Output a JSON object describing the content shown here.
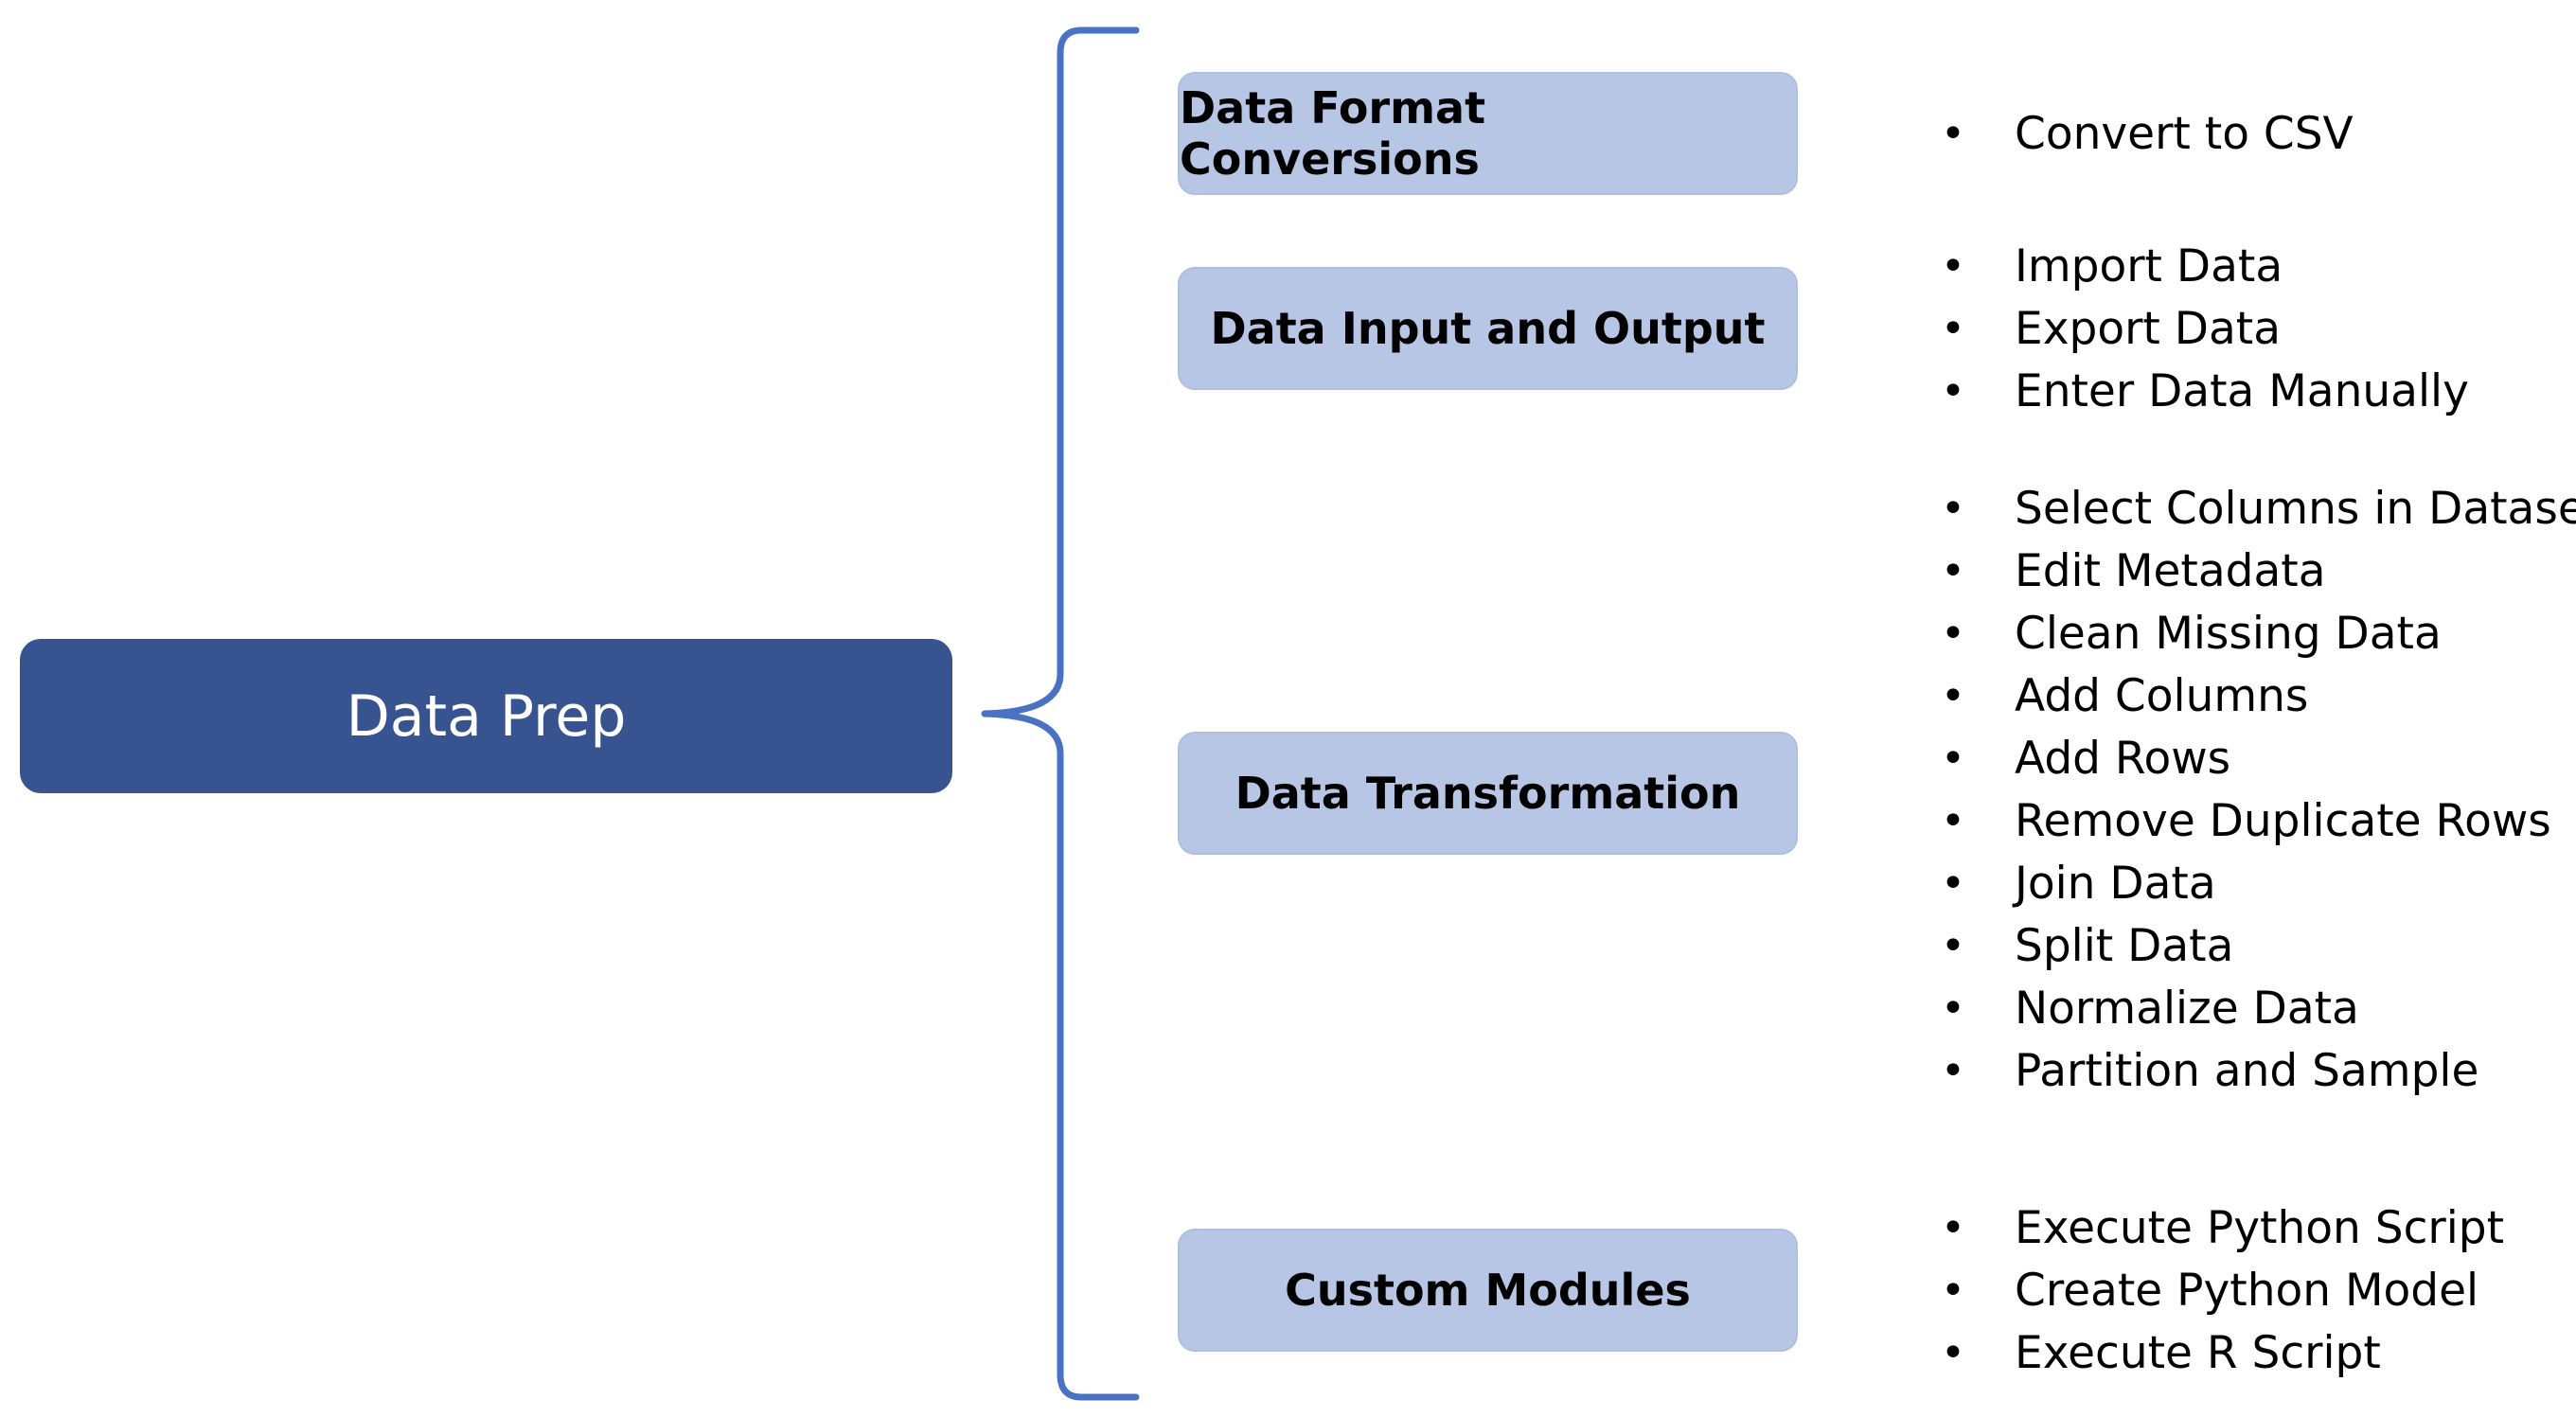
{
  "root": {
    "label": "Data Prep"
  },
  "colors": {
    "root_fill": "#375491",
    "category_fill": "#b7c6e4",
    "brace_stroke": "#4a72c4"
  },
  "categories": [
    {
      "label": "Data Format Conversions",
      "items": [
        "Convert to CSV"
      ]
    },
    {
      "label": "Data Input and Output",
      "items": [
        "Import Data",
        "Export Data",
        "Enter Data Manually"
      ]
    },
    {
      "label": "Data Transformation",
      "items": [
        "Select Columns in Dataset",
        "Edit Metadata",
        "Clean Missing Data",
        "Add Columns",
        "Add Rows",
        "Remove Duplicate Rows",
        "Join Data",
        "Split Data",
        "Normalize Data",
        "Partition and Sample"
      ]
    },
    {
      "label": "Custom Modules",
      "items": [
        "Execute Python Script",
        "Create Python Model",
        "Execute R Script"
      ]
    }
  ]
}
